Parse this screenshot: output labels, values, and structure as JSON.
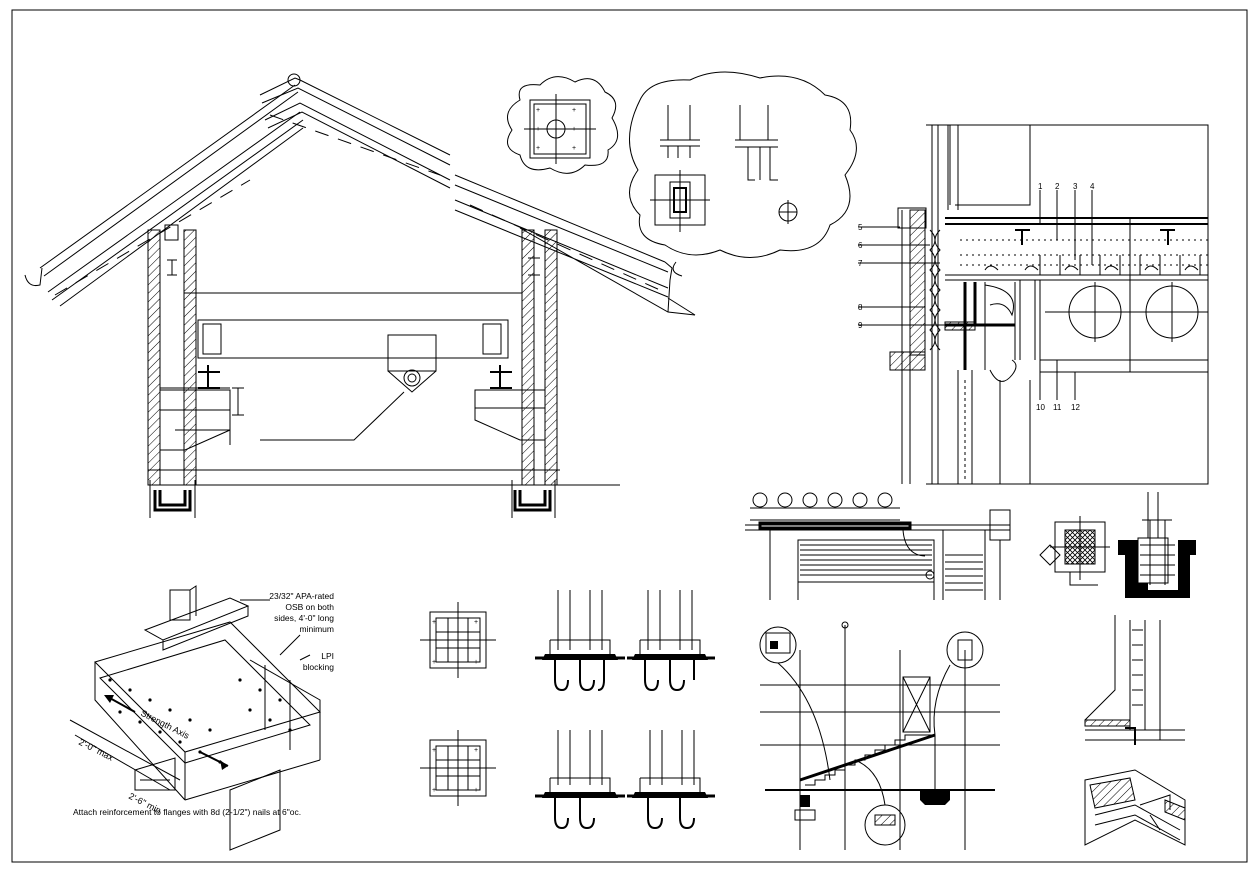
{
  "notes": {
    "osb_note": [
      "23/32\" APA-rated",
      "OSB on both",
      "sides, 4'-0\" long",
      "minimum"
    ],
    "lpi_note": [
      "LPI",
      "blocking"
    ],
    "strength_axis": "Strength Axis",
    "dim_max": "2'-0\" max",
    "dim_min": "2'-6\" min",
    "attach_note": "Attach reinforcement to flanges with 8d (2-1/2\") nails at 6\"oc."
  },
  "callouts": {
    "top": [
      "1",
      "2",
      "3",
      "4"
    ],
    "left": [
      "5",
      "6",
      "7",
      "8",
      "9"
    ],
    "bottom": [
      "10",
      "11",
      "12"
    ]
  },
  "colors": {
    "ink": "#000000",
    "paper": "#ffffff"
  }
}
